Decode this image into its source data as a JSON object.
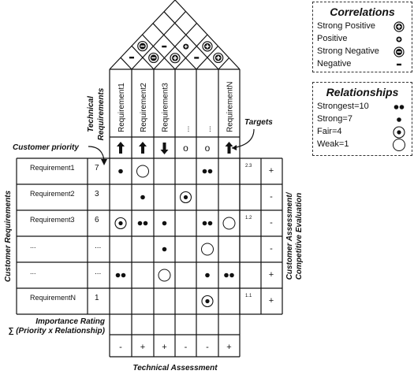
{
  "correlations_legend": {
    "title": "Correlations",
    "items": [
      {
        "label": "Strong Positive",
        "symbol": "strong-positive"
      },
      {
        "label": "Positive",
        "symbol": "positive"
      },
      {
        "label": "Strong Negative",
        "symbol": "strong-negative"
      },
      {
        "label": "Negative",
        "symbol": "negative"
      }
    ]
  },
  "relationships_legend": {
    "title": "Relationships",
    "items": [
      {
        "label": "Strongest=10",
        "symbol": "strongest"
      },
      {
        "label": "Strong=7",
        "symbol": "strong"
      },
      {
        "label": "Fair=4",
        "symbol": "fair"
      },
      {
        "label": "Weak=1",
        "symbol": "weak"
      }
    ]
  },
  "labels": {
    "technical_requirements": [
      "Technical",
      "Requirements"
    ],
    "targets": "Targets",
    "customer_priority": "Customer priority",
    "customer_requirements": "Customer Requirements",
    "customer_assessment": [
      "Customer Assessment/",
      "Competitive Evaluation"
    ],
    "importance_rating": [
      "Importance Rating",
      "∑ (Priority x Relationship)"
    ],
    "technical_assessment": "Technical Assessment"
  },
  "technical_requirements": [
    "Requirement1",
    "Requirement2",
    "Requirement3",
    "...",
    "...",
    "RequirementN"
  ],
  "targets": [
    "up",
    "up",
    "down",
    "o",
    "o",
    "up"
  ],
  "customer_requirements": [
    {
      "name": "Requirement1",
      "priority": "7",
      "assessment": "+",
      "note": "2.3"
    },
    {
      "name": "Requirement2",
      "priority": "3",
      "assessment": "-",
      "note": ""
    },
    {
      "name": "Requirement3",
      "priority": "6",
      "assessment": "-",
      "note": "1.2"
    },
    {
      "name": "...",
      "priority": "...",
      "assessment": "-",
      "note": ""
    },
    {
      "name": "...",
      "priority": "...",
      "assessment": "+",
      "note": ""
    },
    {
      "name": "RequirementN",
      "priority": "1",
      "assessment": "+",
      "note": "1.1"
    }
  ],
  "relationships": [
    [
      "strong",
      "weak",
      "",
      "",
      "strongest",
      ""
    ],
    [
      "",
      "strong",
      "",
      "fair",
      "",
      ""
    ],
    [
      "fair",
      "strongest",
      "strong",
      "",
      "strongest",
      "weak"
    ],
    [
      "",
      "",
      "strong",
      "",
      "weak",
      ""
    ],
    [
      "strongest",
      "",
      "weak",
      "",
      "strong",
      "strongest"
    ],
    [
      "",
      "",
      "",
      "",
      "fair",
      ""
    ]
  ],
  "technical_assessment": [
    "-",
    "+",
    "+",
    "-",
    "-",
    "+"
  ],
  "roof": [
    {
      "a": 1,
      "b": 2,
      "type": "strong-negative"
    },
    {
      "a": 1,
      "b": 3,
      "type": "negative"
    },
    {
      "a": 2,
      "b": 3,
      "type": "strong-positive"
    },
    {
      "a": 2,
      "b": 4,
      "type": "positive"
    },
    {
      "a": 3,
      "b": 4,
      "type": "negative"
    },
    {
      "a": 3,
      "b": 5,
      "type": "strong-positive"
    },
    {
      "a": 0,
      "b": 2,
      "type": "strong-negative"
    },
    {
      "a": 0,
      "b": 1,
      "type": "negative"
    },
    {
      "a": 4,
      "b": 5,
      "type": "strong-positive"
    }
  ]
}
